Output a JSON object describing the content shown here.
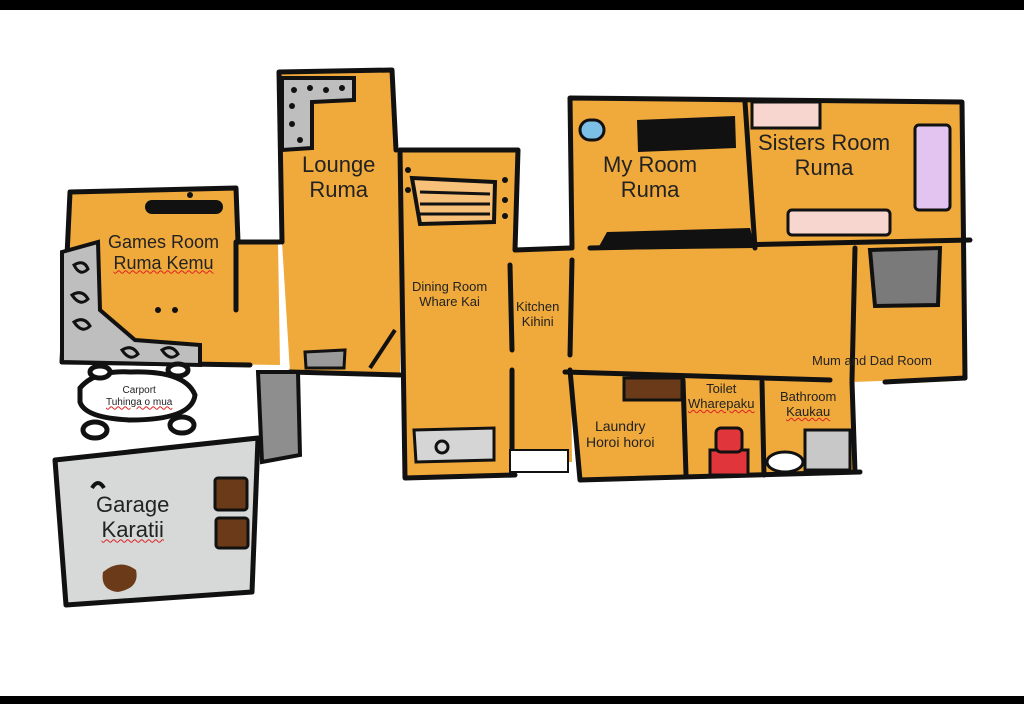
{
  "colors": {
    "floor": "#F0A93B",
    "wall": "#111111",
    "garage": "#D7D8D8",
    "furniture_dark": "#222222",
    "crate": "#6B3A18",
    "toilet": "#E0353A",
    "wardrobe": "#E3C4F0",
    "shower": "#7A7A7A"
  },
  "rooms": {
    "games": {
      "name": "Games Room",
      "maori": "Ruma Kemu"
    },
    "lounge": {
      "name": "Lounge",
      "maori": "Ruma"
    },
    "dining": {
      "name": "Dining Room",
      "maori": "Whare Kai"
    },
    "kitchen": {
      "name": "Kitchen",
      "maori": "Kihini"
    },
    "myroom": {
      "name": "My Room",
      "maori": "Ruma"
    },
    "sisters": {
      "name": "Sisters Room",
      "maori": "Ruma"
    },
    "mumdad": {
      "name": "Mum and Dad Room"
    },
    "laundry": {
      "name": "Laundry",
      "maori": "Horoi horoi"
    },
    "toilet": {
      "name": "Toilet",
      "maori": "Wharepaku"
    },
    "bathroom": {
      "name": "Bathroom",
      "maori": "Kaukau"
    },
    "carport": {
      "name": "Carport",
      "maori": "Tuhinga o mua"
    },
    "garage": {
      "name": "Garage",
      "maori": "Karatii"
    }
  }
}
